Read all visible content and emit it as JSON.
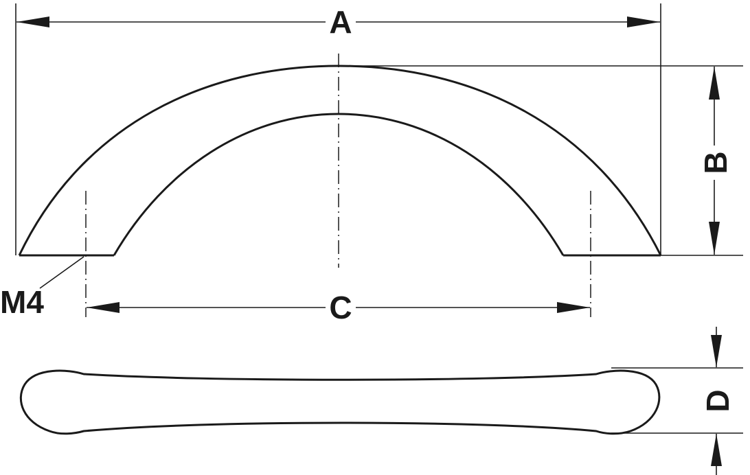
{
  "labels": {
    "dim_a": "A",
    "dim_b": "B",
    "dim_c": "C",
    "dim_d": "D",
    "thread": "M4"
  },
  "colors": {
    "line": "#1a1a1a",
    "background": "#ffffff"
  }
}
